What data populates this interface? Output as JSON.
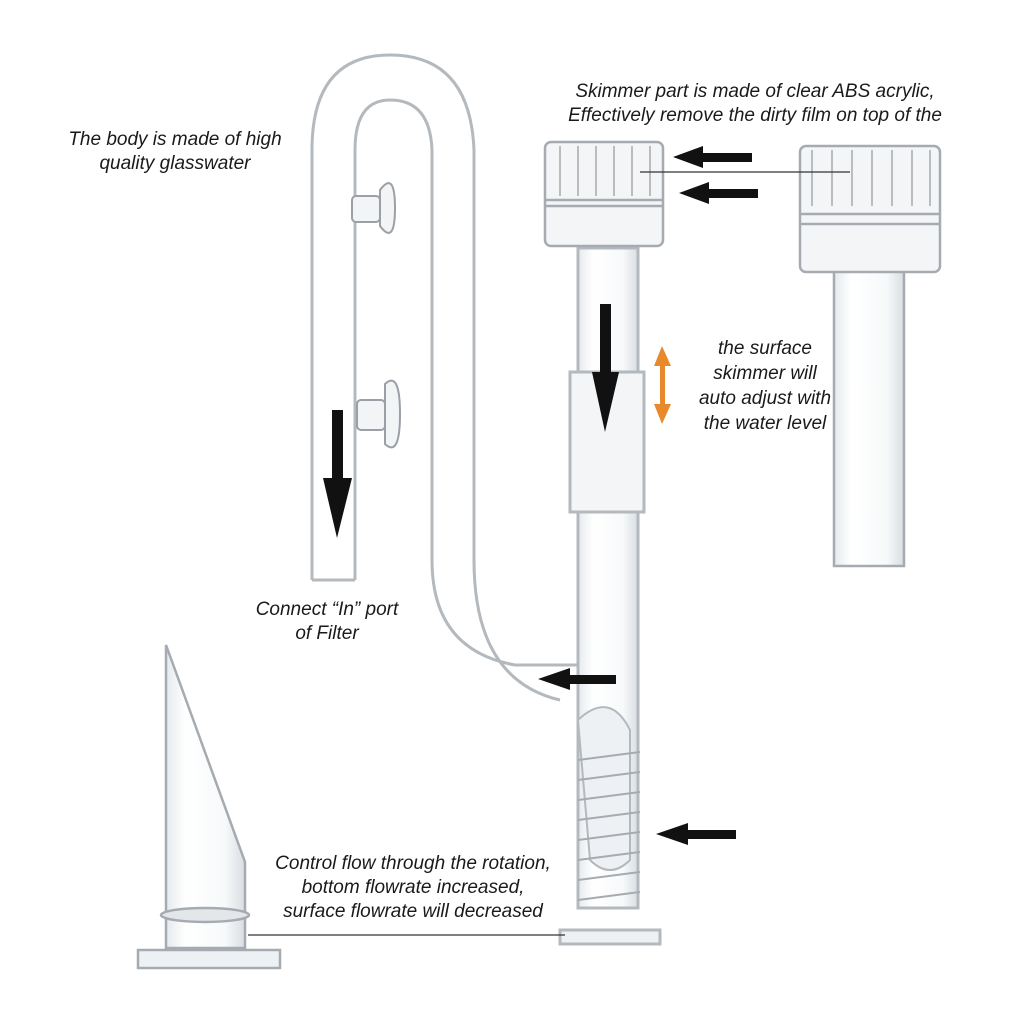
{
  "annotations": {
    "body_material": [
      "The body is made of high",
      "quality glasswater"
    ],
    "skimmer_material": [
      "Skimmer part is made of clear ABS acrylic,",
      "Effectively remove the dirty film on top of the"
    ],
    "auto_adjust": [
      "the surface",
      "skimmer will",
      "auto adjust with",
      "the water level"
    ],
    "connect_port": [
      "Connect “In” port",
      "of Filter"
    ],
    "control_flow": [
      "Control flow through the rotation,",
      "bottom flowrate increased,",
      "surface flowrate will decreased"
    ]
  },
  "colors": {
    "glass_stroke": "#b9bec3",
    "glass_fill": "#f4f6f8",
    "arrow": "#111111",
    "adjust_arrow": "#e8892b",
    "text": "#1a1a1a"
  },
  "icons": {
    "flow_arrow": "arrow-icon",
    "adjust_arrow": "double-arrow-icon",
    "suction_cup": "suction-cup-icon"
  }
}
